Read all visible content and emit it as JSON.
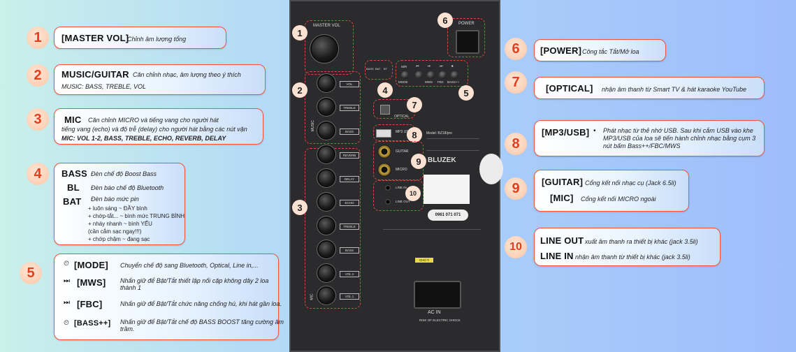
{
  "left": {
    "item1": {
      "num": "1",
      "key": "[MASTER VOL]",
      "desc": "Chỉnh âm lượng tổng"
    },
    "item2": {
      "num": "2",
      "key": "MUSIC/GUITAR",
      "desc": "Căn chỉnh nhạc, âm lượng theo ý thích",
      "sub": "MUSIC: BASS, TREBLE, VOL"
    },
    "item3": {
      "num": "3",
      "key": "MIC",
      "desc1": "Căn chỉnh MICRO và tiếng vang cho người hát",
      "desc2": "tiếng vang (echo) và độ trễ (delay) cho người hát bằng các nút vặn",
      "sub": "MIC: VOL 1-2, BASS, TREBLE, ECHO, REVERB, DELAY"
    },
    "item4": {
      "num": "4",
      "bass_key": "BASS",
      "bass_desc": "Đèn chế độ Boost Bass",
      "bl_key": "BL",
      "bl_desc": "Đèn báo chế độ Bluetooth",
      "bat_key": "BAT",
      "bat_desc": "Đèn báo mức pin",
      "bat_lines": [
        "+ luôn sáng ~ ĐẦY bình",
        "+ chớp-tắt... ~ bình mức TRUNG BÌNH",
        "+ nháy nhanh ~ bình YẾU",
        "(cần cắm sạc ngay!!!)",
        "+ chớp chậm ~ đang sạc"
      ]
    },
    "item5": {
      "num": "5",
      "rows": [
        {
          "key": "[MODE]",
          "desc": "Chuyển chế độ sang Bluetooth, Optical, Line in,..."
        },
        {
          "key": "[MWS]",
          "desc": "Nhấn giữ để Bật/Tắt thiết lập nối cặp không dây 2 loa",
          "desc2": "thành 1"
        },
        {
          "key": "[FBC]",
          "desc": "Nhấn giữ để Bật/Tắt chức năng chống hú, khi hát gần loa."
        },
        {
          "key": "[BASS++]",
          "desc": "Nhấn giữ để Bật/Tắt chế độ BASS BOOST tăng cường âm",
          "desc2": "trầm."
        }
      ]
    }
  },
  "right": {
    "item6": {
      "num": "6",
      "key": "[POWER]",
      "desc": "Công tắc Tắt/Mở loa"
    },
    "item7": {
      "num": "7",
      "key": "[OPTICAL]",
      "desc": "nhận âm thanh từ Smart TV & hát karaoke YouTube"
    },
    "item8": {
      "num": "8",
      "key": "[MP3/USB]",
      "desc1": "Phát nhạc từ thẻ nhớ USB. Sau khi cắm USB vào khe",
      "desc2": "MP3/USB của loa sẽ tiến hành chỉnh nhạc bằng cụm 3",
      "desc3": "nút bấm Bass++/FBC/MWS"
    },
    "item9": {
      "num": "9",
      "guitar_key": "[GUITAR]",
      "guitar_desc": "Cổng kết nối nhạc cụ (Jack 6.5li)",
      "mic_key": "[MIC]",
      "mic_desc": "Cổng kết nối MICRO ngoài"
    },
    "item10": {
      "num": "10",
      "out_key": "LINE OUT",
      "out_desc": "xuất âm thanh ra thiết bị khác (jack 3.5li)",
      "in_key": "LINE IN",
      "in_desc": "nhận âm thanh từ thiết bị khác (jack 3.5li)"
    }
  },
  "panel": {
    "master_vol": "MASTER VOL",
    "power": "POWER",
    "leds": [
      "BASS",
      "BAT",
      "BT"
    ],
    "buttons_top": [
      "M/R",
      "⏮",
      "⏯",
      "⏭",
      "⏹"
    ],
    "buttons_bottom": [
      "MODE",
      "MWS",
      "FBC",
      "BASS++"
    ],
    "music_knobs": [
      "VOL",
      "TREBLE",
      "BASS"
    ],
    "music_side": "MUSIC",
    "mic_knobs": [
      "REVERB",
      "DELAY",
      "ECHO",
      "TREBLE",
      "BASS",
      "VOL 2",
      "VOL 1"
    ],
    "mic_side": "MIC",
    "optical": "OPTICAL",
    "mp3usb": "MP3 USB",
    "guitar": "GUITAR",
    "mic": "MICRO",
    "line_in": "LINE IN",
    "line_out": "LINE OUT",
    "model": "Model: BZ18/pro",
    "brand": "BLUZEK",
    "hotline": "0961 071 071",
    "chuy": "CHÚ Ý",
    "ac_in": "AC IN",
    "risk": "RISK OF ELECTRIC SHOCK",
    "numbers": [
      "1",
      "2",
      "3",
      "4",
      "5",
      "6",
      "7",
      "8",
      "9",
      "10"
    ]
  }
}
